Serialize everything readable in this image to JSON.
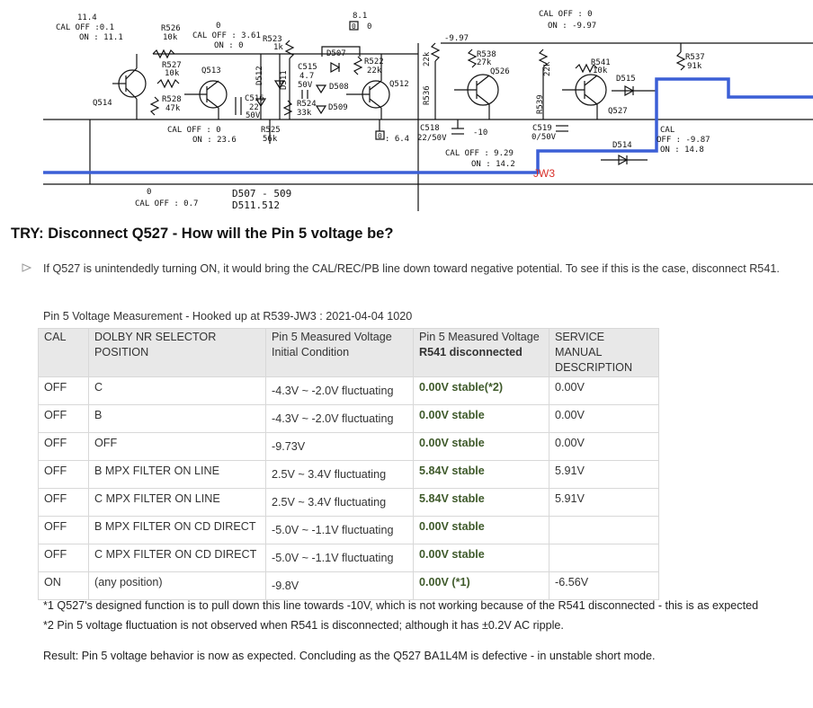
{
  "schematic": {
    "labels": {
      "v_q514_top": "11.4",
      "cal_off_q514": "CAL OFF :0.1",
      "on_q514": "ON : 11.1",
      "r526": "R526",
      "r526_val": "10k",
      "v0_top": "0",
      "cal_off_361": "CAL OFF : 3.61",
      "on_0": "ON : 0",
      "r523": "R523",
      "r523_val": "1k",
      "v81": "8.1",
      "zero_box": "0",
      "zero_right": "0",
      "d507": "D507",
      "c515": "C515",
      "c515_val1": "4.7",
      "c515_val2": "50V",
      "r522": "R522",
      "r522_val": "22k",
      "r527": "R527",
      "r527_val": "10k",
      "q513": "Q513",
      "d512": "D512",
      "d511": "D511",
      "d508": "D508",
      "q512": "Q512",
      "r528": "R528",
      "r528_val": "47k",
      "q514": "Q514",
      "c516": "C516",
      "c516_val1": "22",
      "c516_val2": "50V",
      "r524": "R524",
      "r524_val": "33k",
      "d509": "D509",
      "cal_off_0": "CAL OFF : 0",
      "on_236": "ON : 23.6",
      "r525": "R525",
      "r525_val": "56k",
      "zero_box2": "0",
      "v64": ": 6.4",
      "r536": "R536",
      "r536_val": "22k",
      "v997": "-9.97",
      "r538": "R538",
      "r538_val": "27k",
      "q526": "Q526",
      "c518": "C518",
      "c518_val": "22/50V",
      "v10": "-10",
      "cal_off_929": "CAL OFF : 9.29",
      "on_142": "ON : 14.2",
      "r539": "R539",
      "r539_val": "22k",
      "c519": "C519",
      "c519_val": "0/50V",
      "jw3": "JW3",
      "cal_off_0_right": "CAL OFF : 0",
      "on_997": "ON : -9.97",
      "r541": "R541",
      "r541_val": "10k",
      "d515": "D515",
      "q527": "Q527",
      "r537": "R537",
      "r537_val": "91k",
      "cal_right": "CAL",
      "off_987": "OFF : -9.87",
      "on_148": "ON : 14.8",
      "d514": "D514",
      "zero_bottom": "0",
      "cal_off_07": "CAL OFF : 0.7",
      "d507_509": "D507 - 509",
      "d511_512": "D511.512"
    }
  },
  "heading": "TRY: Disconnect Q527 - How will the Pin 5 voltage be?",
  "bullet": "If Q527 is unintendedly turning ON, it would bring the CAL/REC/PB line down toward negative potential. To see if this is the case, disconnect R541.",
  "table": {
    "caption": "Pin 5 Voltage Measurement - Hooked up at R539-JW3 : 2021-04-04 1020",
    "headers": {
      "cal": "CAL",
      "dolby": "DOLBY NR SELECTOR POSITION",
      "initial_1": "Pin 5 Measured Voltage",
      "initial_2": "Initial Condition",
      "disc_1": "Pin 5 Measured Voltage",
      "disc_2": "R541 disconnected",
      "manual_1": "SERVICE MANUAL",
      "manual_2": "DESCRIPTION"
    },
    "rows": [
      {
        "cal": "OFF",
        "pos": "C",
        "initial": "-4.3V ~ -2.0V fluctuating",
        "disconnected": "0.00V stable(*2)",
        "manual": "0.00V"
      },
      {
        "cal": "OFF",
        "pos": "B",
        "initial": "-4.3V ~ -2.0V fluctuating",
        "disconnected": "0.00V stable",
        "manual": "0.00V"
      },
      {
        "cal": "OFF",
        "pos": "OFF",
        "initial": "-9.73V",
        "disconnected": "0.00V stable",
        "manual": "0.00V"
      },
      {
        "cal": "OFF",
        "pos": "B MPX FILTER ON LINE",
        "initial": "2.5V ~ 3.4V fluctuating",
        "disconnected": "5.84V stable",
        "manual": "5.91V"
      },
      {
        "cal": "OFF",
        "pos": "C MPX FILTER ON LINE",
        "initial": "2.5V ~ 3.4V fluctuating",
        "disconnected": "5.84V stable",
        "manual": "5.91V"
      },
      {
        "cal": "OFF",
        "pos": "B MPX FILTER ON CD DIRECT",
        "initial": "-5.0V ~ -1.1V fluctuating",
        "disconnected": "0.00V stable",
        "manual": ""
      },
      {
        "cal": "OFF",
        "pos": "C MPX FILTER ON CD DIRECT",
        "initial": "-5.0V ~ -1.1V fluctuating",
        "disconnected": "0.00V stable",
        "manual": ""
      },
      {
        "cal": "ON",
        "pos": "(any position)",
        "initial": "-9.8V",
        "disconnected": "0.00V (*1)",
        "manual": "-6.56V"
      }
    ]
  },
  "notes": {
    "n1": "*1 Q527's designed function is to pull down this line towards -10V, which is not working because of the R541 disconnected - this is as expected",
    "n2": "*2 Pin 5 voltage fluctuation is not observed when R541 is disconnected; although it has ±0.2V AC ripple."
  },
  "result": "Result: Pin 5 voltage behavior is now as expected. Concluding as the Q527  BA1L4M is defective - in unstable short mode.",
  "colors": {
    "highlight_line": "#3b5fd6",
    "jw3_label": "#d8302a",
    "green_value": "#3f5a2b"
  }
}
